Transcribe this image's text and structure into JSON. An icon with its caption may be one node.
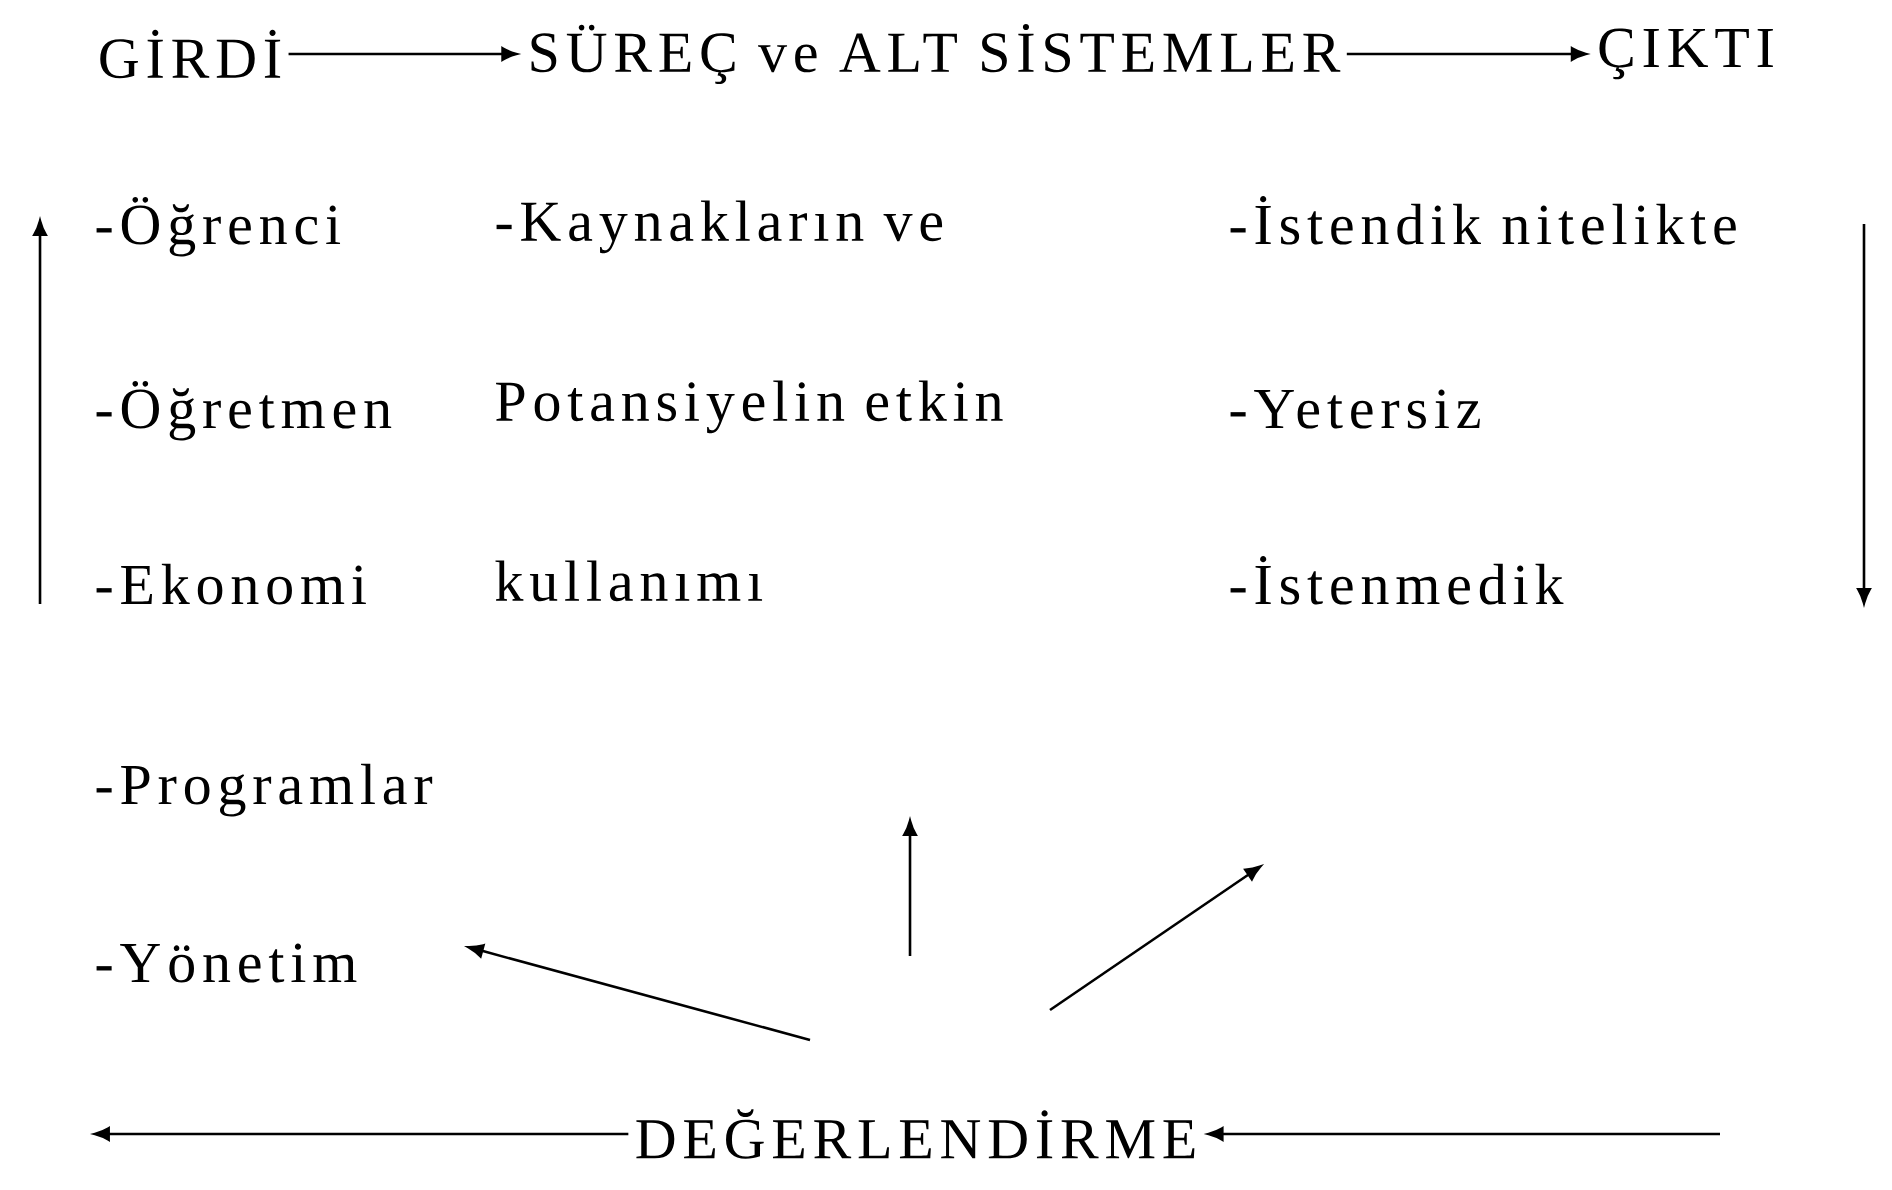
{
  "diagram": {
    "nodes": [
      {
        "text": [
          "GİRDİ"
        ]
      },
      {
        "text": [
          "SÜREÇ ve ALT SİSTEMLER"
        ]
      },
      {
        "text": [
          "ÇIKTI"
        ]
      },
      {
        "text": [
          "DEĞERLENDİRME"
        ]
      }
    ],
    "edges": [
      {
        "from": 0,
        "to": 1,
        "arrow": "to"
      },
      {
        "from": 1,
        "to": 2,
        "arrow": "to"
      },
      {
        "from": null,
        "to": 3,
        "arrow": "to"
      },
      {
        "from": 3,
        "to": null,
        "arrow": "to"
      }
    ],
    "labels": [
      "-Öğrenci",
      "-Öğretmen",
      "-Ekonomi",
      "-Programlar",
      "-Yönetim",
      "-Kaynakların ve Potansiyelin etkin kullanımı",
      "-İstendik nitelikte",
      "-Yetersiz",
      "-İstenmedik"
    ]
  }
}
